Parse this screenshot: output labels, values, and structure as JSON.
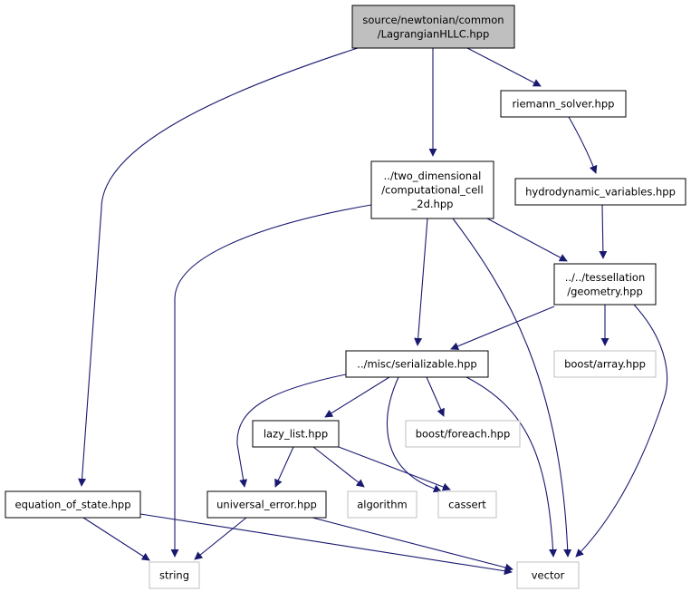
{
  "nodes": [
    {
      "id": "main",
      "lines": [
        "source/newtonian/common",
        "/LagrangianHLLC.hpp"
      ],
      "kind": "root"
    },
    {
      "id": "riemann",
      "lines": [
        "riemann_solver.hpp"
      ],
      "kind": "local"
    },
    {
      "id": "cell",
      "lines": [
        "../two_dimensional",
        "/computational_cell",
        "_2d.hpp"
      ],
      "kind": "local"
    },
    {
      "id": "hydro",
      "lines": [
        "hydrodynamic_variables.hpp"
      ],
      "kind": "local"
    },
    {
      "id": "geometry",
      "lines": [
        "../../tessellation",
        "/geometry.hpp"
      ],
      "kind": "local"
    },
    {
      "id": "serializable",
      "lines": [
        "../misc/serializable.hpp"
      ],
      "kind": "local"
    },
    {
      "id": "barray",
      "lines": [
        "boost/array.hpp"
      ],
      "kind": "external"
    },
    {
      "id": "lazy",
      "lines": [
        "lazy_list.hpp"
      ],
      "kind": "local"
    },
    {
      "id": "bforeach",
      "lines": [
        "boost/foreach.hpp"
      ],
      "kind": "external"
    },
    {
      "id": "eos",
      "lines": [
        "equation_of_state.hpp"
      ],
      "kind": "local"
    },
    {
      "id": "uerror",
      "lines": [
        "universal_error.hpp"
      ],
      "kind": "local"
    },
    {
      "id": "algorithm",
      "lines": [
        "algorithm"
      ],
      "kind": "external"
    },
    {
      "id": "cassert",
      "lines": [
        "cassert"
      ],
      "kind": "external"
    },
    {
      "id": "string",
      "lines": [
        "string"
      ],
      "kind": "external"
    },
    {
      "id": "vector",
      "lines": [
        "vector"
      ],
      "kind": "external"
    }
  ],
  "edges": [
    [
      "main",
      "eos"
    ],
    [
      "main",
      "cell"
    ],
    [
      "main",
      "riemann"
    ],
    [
      "riemann",
      "hydro"
    ],
    [
      "hydro",
      "geometry"
    ],
    [
      "cell",
      "string"
    ],
    [
      "cell",
      "serializable"
    ],
    [
      "cell",
      "vector"
    ],
    [
      "cell",
      "geometry"
    ],
    [
      "geometry",
      "serializable"
    ],
    [
      "geometry",
      "barray"
    ],
    [
      "geometry",
      "vector"
    ],
    [
      "serializable",
      "lazy"
    ],
    [
      "serializable",
      "uerror"
    ],
    [
      "serializable",
      "bforeach"
    ],
    [
      "serializable",
      "cassert"
    ],
    [
      "serializable",
      "vector"
    ],
    [
      "lazy",
      "uerror"
    ],
    [
      "lazy",
      "algorithm"
    ],
    [
      "lazy",
      "cassert"
    ],
    [
      "eos",
      "string"
    ],
    [
      "eos",
      "vector"
    ],
    [
      "uerror",
      "string"
    ],
    [
      "uerror",
      "vector"
    ]
  ],
  "colors": {
    "edge": "#191970",
    "root_fill": "#bfbfbf",
    "local_border": "#000000",
    "external_border": "#bfbfbf"
  }
}
